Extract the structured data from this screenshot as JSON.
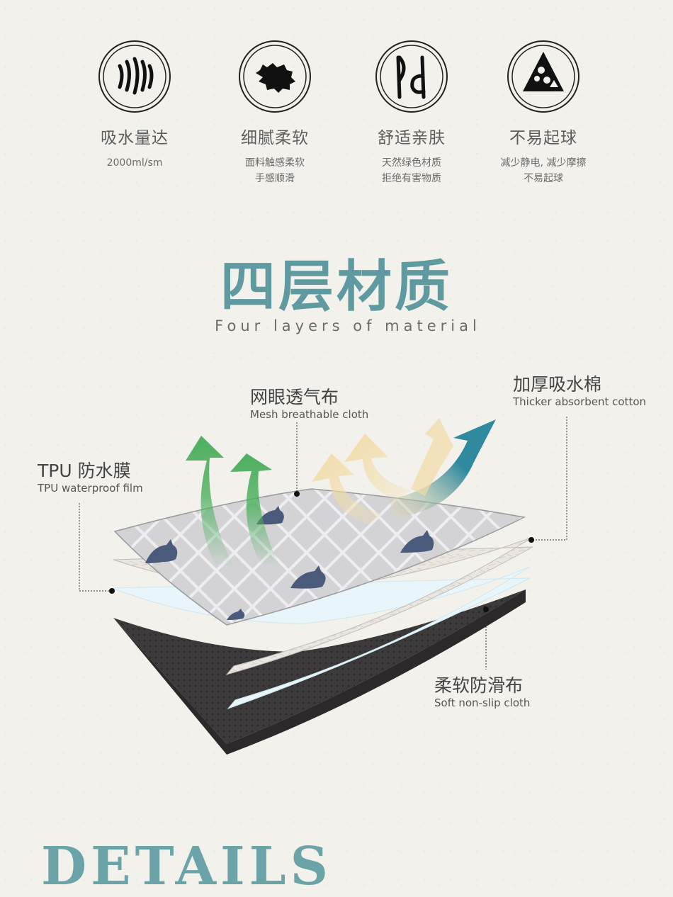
{
  "features": [
    {
      "title": "吸水量达",
      "desc": [
        "2000ml/sm"
      ],
      "icon": "wave-lines-icon"
    },
    {
      "title": "细腻柔软",
      "desc": [
        "面料触感柔软",
        "手感顺滑"
      ],
      "icon": "fur-icon"
    },
    {
      "title": "舒适亲肤",
      "desc": [
        "天然绿色材质",
        "拒绝有害物质"
      ],
      "icon": "leaf-icon"
    },
    {
      "title": "不易起球",
      "desc": [
        "减少静电, 减少摩擦",
        "不易起球"
      ],
      "icon": "triangle-pill-icon"
    }
  ],
  "section": {
    "title": "四层材质",
    "subtitle": "Four layers of material"
  },
  "layers": {
    "mesh": {
      "zh": "网眼透气布",
      "en": "Mesh breathable cloth"
    },
    "cotton": {
      "zh": "加厚吸水棉",
      "en": "Thicker  absorbent cotton"
    },
    "tpu": {
      "zh": "TPU 防水膜",
      "en": "TPU waterproof film"
    },
    "nonslip": {
      "zh": "柔软防滑布",
      "en": "Soft non-slip cloth"
    }
  },
  "details": {
    "title": "DETAILS"
  },
  "colors": {
    "accent": "#5f9aa0",
    "green_arrow": "#4caf5e",
    "yellow_arrow": "#f1dca6",
    "blue_arrow": "#2f8aa0"
  }
}
